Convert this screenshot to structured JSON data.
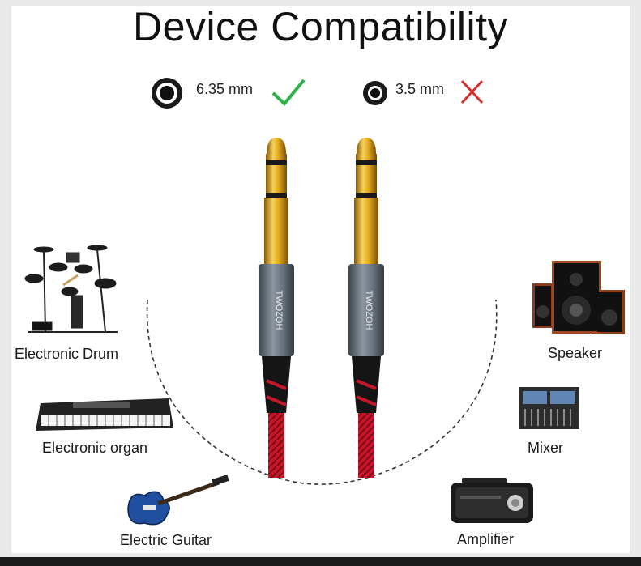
{
  "title": "Device Compatibility",
  "specs": {
    "supported": {
      "size": "6.35 mm",
      "status": "check-icon",
      "color": "#2db24a"
    },
    "unsupported": {
      "size": "3.5 mm",
      "status": "cross-icon",
      "color": "#d9302c"
    }
  },
  "devices": {
    "left": [
      "Electronic Drum",
      "Electronic organ",
      "Electric Guitar"
    ],
    "right": [
      "Speaker",
      "Mixer",
      "Amplifier"
    ]
  },
  "plug_brand": "TWOZOH",
  "colors": {
    "gold": "#d9a520",
    "cable_red": "#c6162a",
    "housing": "#5d6670"
  }
}
